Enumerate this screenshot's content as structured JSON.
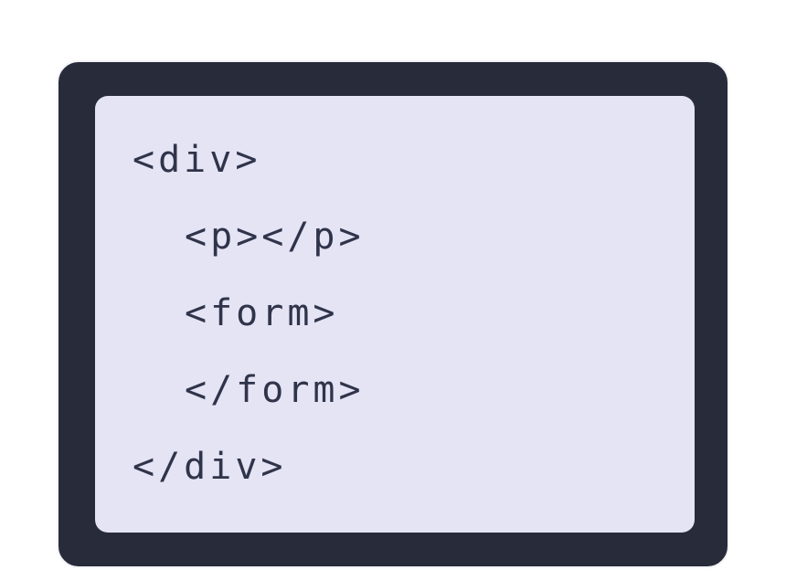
{
  "page": {
    "background_color": "#ffffff"
  },
  "card": {
    "outer_color": "#272b3a",
    "outer_border_color": "#f4f4f8",
    "inner_color": "#e4e4f5"
  },
  "code": {
    "language": "html",
    "text_color": "#30344a",
    "lines": [
      {
        "indent": 0,
        "text": "<div>"
      },
      {
        "indent": 1,
        "text": "<p></p>"
      },
      {
        "indent": 1,
        "text": "<form>"
      },
      {
        "indent": 1,
        "text": "</form>"
      },
      {
        "indent": 0,
        "text": "</div>"
      }
    ]
  }
}
